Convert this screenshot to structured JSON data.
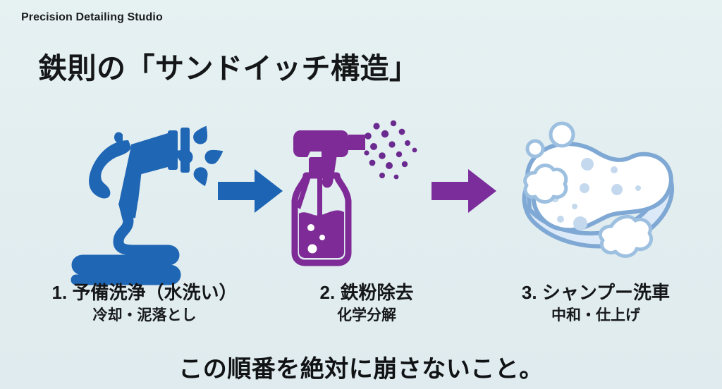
{
  "header": {
    "eyebrow": "Precision Detailing Studio",
    "title": "鉄則の「サンドイッチ構造」"
  },
  "footer": {
    "note": "この順番を絶対に崩さないこと。"
  },
  "colors": {
    "background": "#e3eff1",
    "text": "#141618",
    "step1_blue": "#1f66b5",
    "step1_blue_dark": "#15539c",
    "arrow1_blue": "#1d64b4",
    "step2_purple": "#7e2a97",
    "arrow2_purple": "#7b2d9c",
    "sponge_outline": "#7fa9d4",
    "sponge_body": "#ffffff",
    "sponge_side": "#dfeaf8"
  },
  "steps": [
    {
      "index": "1",
      "icon": "hose-nozzle-icon",
      "icon_label": "garden hose nozzle spraying water",
      "title": "1. 予備洗浄（水洗い）",
      "subtitle": "冷却・泥落とし"
    },
    {
      "index": "2",
      "icon": "spray-bottle-icon",
      "icon_label": "chemical spray bottle misting",
      "title": "2. 鉄粉除去",
      "subtitle": "化学分解"
    },
    {
      "index": "3",
      "icon": "sponge-icon",
      "icon_label": "soapy sponge with foam bubbles",
      "title": "3. シャンプー洗車",
      "subtitle": "中和・仕上げ"
    }
  ],
  "arrows": [
    {
      "name": "arrow-step1-to-step2",
      "color": "#1d64b4"
    },
    {
      "name": "arrow-step2-to-step3",
      "color": "#7b2d9c"
    }
  ]
}
